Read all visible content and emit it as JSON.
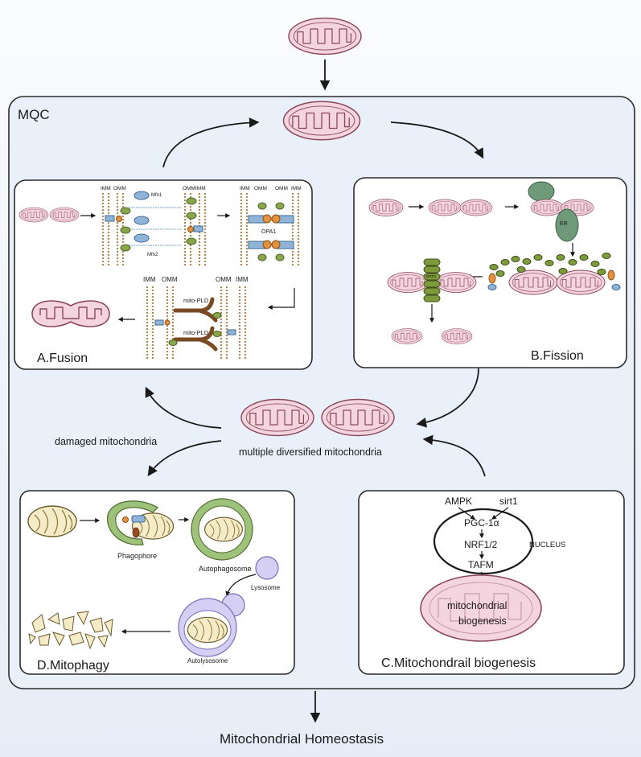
{
  "labels": {
    "mqc": "MQC",
    "homeostasis": "Mitochondrial Homeostasis",
    "multiple": "multiple diversified mitochondria",
    "damaged": "damaged mitochondria"
  },
  "fusion": {
    "title": "A.Fusion",
    "imm": "IMM",
    "omm": "OMM",
    "mfn1": "Mfn1",
    "mfn2": "Mfn2",
    "opa1": "OPA1",
    "mito_pld": "mito-PLD"
  },
  "fission": {
    "title": "B.Fission",
    "er": "ER",
    "drp1": "DRP1"
  },
  "biogenesis": {
    "title": "C.Mitochondrail biogenesis",
    "ampk": "AMPK",
    "sirt1": "sirt1",
    "pgc": "PGC-1α",
    "nrf": "NRF1/2",
    "tafm": "TAFM",
    "nucleus": "NUCLEUS",
    "mito_text_1": "mitochondrial",
    "mito_text_2": "biogenesis"
  },
  "mitophagy": {
    "title": "D.Mitophagy",
    "phagophore": "Phagophore",
    "autophagosome": "Autophagosome",
    "lysosome": "Lysosome",
    "autolysosome": "Autolysosome"
  },
  "colors": {
    "mito_fill": "#f4d4df",
    "mito_stroke": "#8a4a5c",
    "protein_green": "#8aa64a",
    "protein_blue": "#8fb4d8",
    "protein_orange": "#e2913f"
  }
}
